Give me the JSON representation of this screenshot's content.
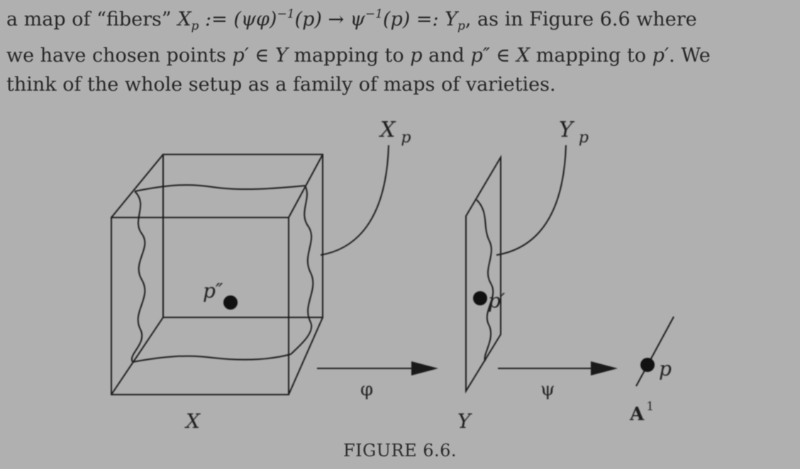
{
  "paragraph": {
    "line1": {
      "a": "a map of “fibers” ",
      "Xp_base": "X",
      "Xp_sub": "p",
      "b": " := (ψφ)",
      "sup1": "−1",
      "c": "(p) → ψ",
      "sup2": "−1",
      "d": "(p) =: ",
      "Yp_base": "Y",
      "Yp_sub": "p",
      "e": ", as in Figure 6.6 where"
    },
    "line2": {
      "a": "we have chosen points ",
      "m1": "p′ ∈ Y",
      "b": " mapping to ",
      "m2": "p",
      "c": " and ",
      "m3": "p″ ∈ X",
      "d": " mapping to ",
      "m4": "p′",
      "e": ". We"
    },
    "line3": "think of the whole setup as a family of maps of varieties."
  },
  "figure": {
    "caption": "FIGURE 6.6.",
    "labels": {
      "Xp": "X",
      "Xp_sub": "p",
      "Yp": "Y",
      "Yp_sub": "p",
      "p_double_prime": "p″",
      "p_prime": "p′",
      "p": "p",
      "phi": "φ",
      "psi": "ψ",
      "X": "X",
      "Y": "Y",
      "A": "A",
      "A_sup": "1"
    }
  }
}
